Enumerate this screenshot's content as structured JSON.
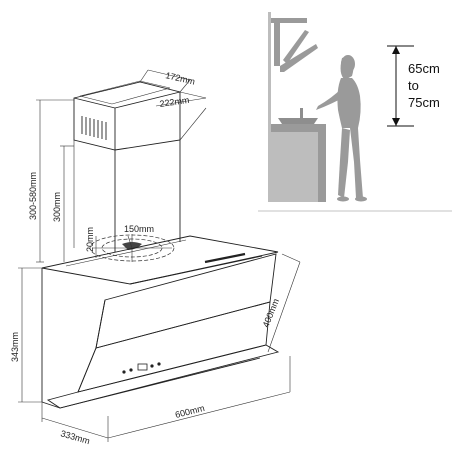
{
  "dimensions": {
    "top_width": "172mm",
    "top_depth": "222mm",
    "chimney_range": "300-580mm",
    "chimney_fixed": "300mm",
    "duct_diameter": "150mm",
    "duct_offset": "20mm",
    "hood_height": "343mm",
    "hood_depth": "333mm",
    "hood_width": "600mm",
    "glass_height": "400mm"
  },
  "install_height": {
    "line1": "65cm",
    "line2": "to",
    "line3": "75cm"
  },
  "colors": {
    "line": "#222222",
    "figure": "#9a9a9a",
    "counter": "#bdbdbd"
  }
}
